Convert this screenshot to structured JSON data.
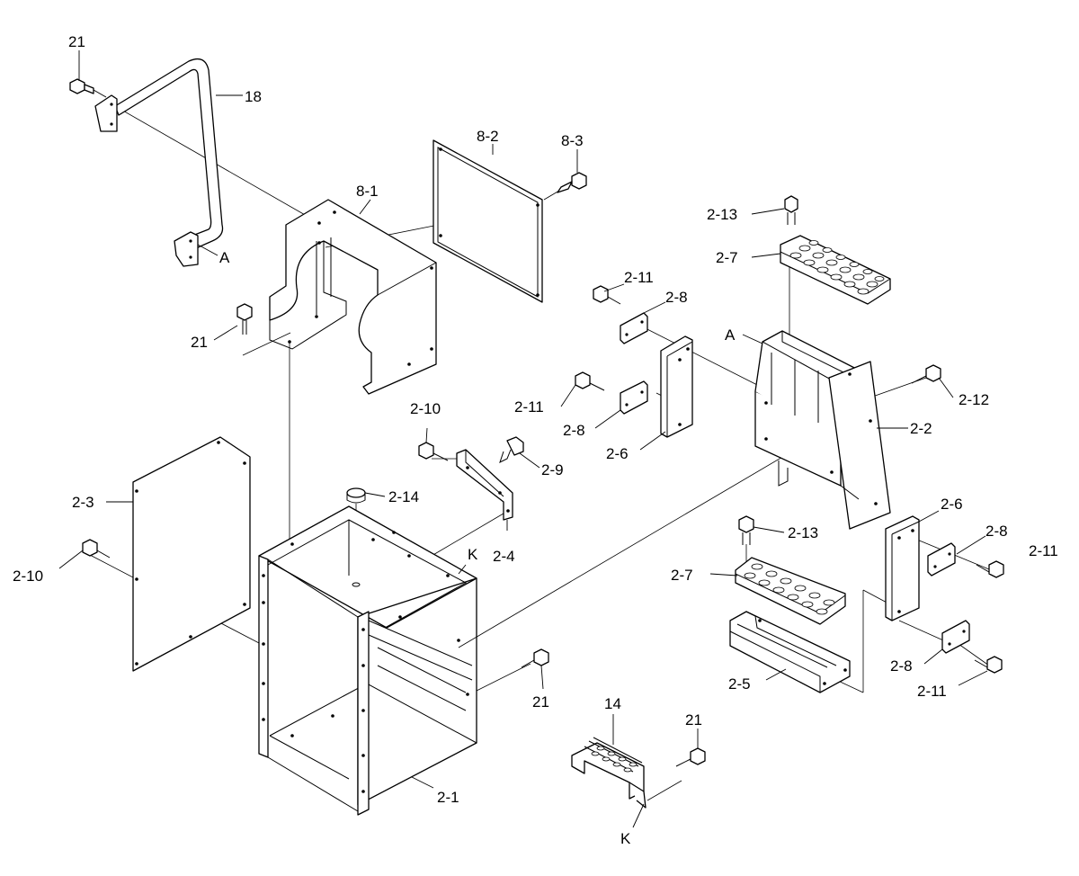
{
  "diagram": {
    "type": "exploded parts diagram",
    "callouts": {
      "c21_top": "21",
      "c18": "18",
      "cA_handle": "A",
      "c8_1": "8-1",
      "c8_2": "8-2",
      "c8_3": "8-3",
      "c21_mid": "21",
      "c2_13_top": "2-13",
      "c2_7_top": "2-7",
      "c2_11_a": "2-11",
      "c2_8_a": "2-8",
      "cA_step": "A",
      "c2_11_b": "2-11",
      "c2_8_b": "2-8",
      "c2_12": "2-12",
      "c2_2": "2-2",
      "c2_6_a": "2-6",
      "c2_10_top": "2-10",
      "c2_9": "2-9",
      "c2_14": "2-14",
      "c2_3": "2-3",
      "c2_10_left": "2-10",
      "c2_4": "2-4",
      "cK_box": "K",
      "c2_6_b": "2-6",
      "c2_13_bottom": "2-13",
      "c2_8_c": "2-8",
      "c2_11_c": "2-11",
      "c2_7_bottom": "2-7",
      "c21_right": "21",
      "c2_8_d": "2-8",
      "c2_5": "2-5",
      "c2_11_d": "2-11",
      "c14": "14",
      "c21_bottom": "21",
      "c2_1": "2-1",
      "cK_cover": "K"
    }
  }
}
